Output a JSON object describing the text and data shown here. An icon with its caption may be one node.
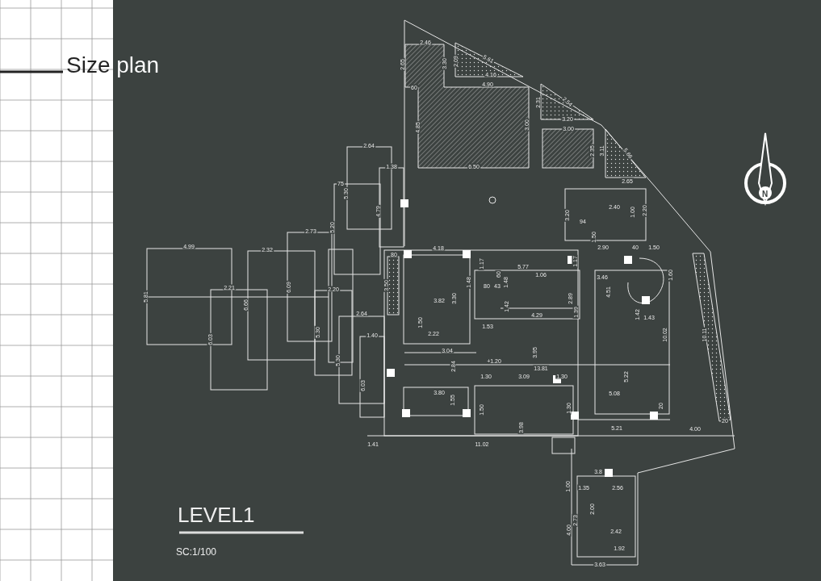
{
  "diagram": {
    "title": "Size plan",
    "labels": [
      "2.46",
      "2.65",
      "3.30",
      "2.09",
      "5.61",
      "4.16",
      "60",
      "4.90",
      "2.31",
      "2.54",
      "3.20",
      "4.85",
      "3.00",
      "3.00",
      "2.35",
      "3.11",
      "5.66",
      "6.50",
      "2.65",
      "2.64",
      "1.38",
      "75",
      "5.30",
      "4.79",
      "2.40",
      "3.20",
      "1.00",
      "2.20",
      "N",
      "94",
      "1.50",
      "5.20",
      "2.73",
      "4.99",
      "2.32",
      "4.18",
      "2.90",
      "40",
      "1.50",
      "80",
      "1.17",
      "1.17",
      "5.77",
      "60",
      "1.06",
      "1.60",
      "3.46",
      "3.50",
      "1.48",
      "80",
      "43",
      "1.48",
      "2.21",
      "5.81",
      "6.09",
      "2.20",
      "3.82",
      "3.30",
      "2.89",
      "4.51",
      "6.66",
      "1.42",
      "4.29",
      "1.39",
      "2.64",
      "1.50",
      "1.53",
      "1.42",
      "1.43",
      "6.03",
      "5.30",
      "1.40",
      "2.22",
      "10.02",
      "10.11",
      "3.04",
      "5.30",
      "3.95",
      "+1.20",
      "2.84",
      "13.81",
      "6.03",
      "1.30",
      "3.09",
      "1.30",
      "5.22",
      "3.80",
      "5.08",
      "1.55",
      "1.50",
      "1.30",
      "20",
      "3.98",
      "5.21",
      "4.00",
      "20",
      "1.41",
      "11.02",
      "3.8",
      "1.00",
      "1.35",
      "2.56",
      "2.00",
      "2.73",
      "4.00",
      "2.42",
      "1.92",
      "3.63",
      "LEVEL1",
      "SC:1/100"
    ]
  }
}
